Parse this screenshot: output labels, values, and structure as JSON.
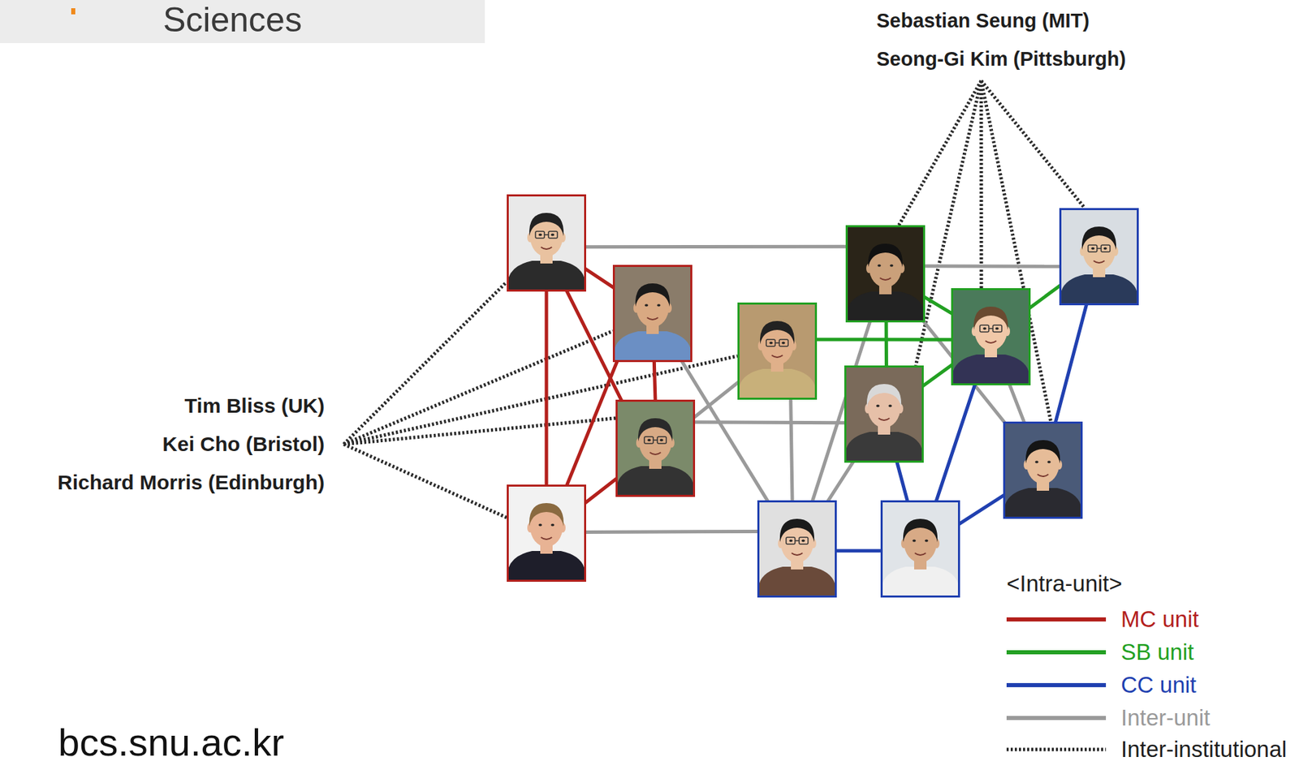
{
  "diagram": {
    "nodes": [
      {
        "text": [
          "Sebastian Seung (MIT)",
          "Seong-Gi Kim (Pittsburgh)"
        ]
      },
      {
        "text": [
          "Tim Bliss (UK)",
          "Kei Cho (Bristol)",
          "Richard Morris (Edinburgh)"
        ]
      },
      {
        "text": []
      },
      {
        "text": []
      },
      {
        "text": []
      },
      {
        "text": []
      },
      {
        "text": []
      },
      {
        "text": []
      },
      {
        "text": []
      },
      {
        "text": []
      },
      {
        "text": []
      },
      {
        "text": []
      },
      {
        "text": []
      },
      {
        "text": []
      }
    ],
    "edges": [
      {
        "from": 2,
        "to": 5,
        "arrow": "none"
      },
      {
        "from": 2,
        "to": 3,
        "arrow": "none"
      },
      {
        "from": 2,
        "to": 4,
        "arrow": "none"
      },
      {
        "from": 3,
        "to": 4,
        "arrow": "none"
      },
      {
        "from": 3,
        "to": 5,
        "arrow": "none"
      },
      {
        "from": 4,
        "to": 5,
        "arrow": "none"
      },
      {
        "from": 2,
        "to": 7,
        "arrow": "none"
      },
      {
        "from": 5,
        "to": 12,
        "arrow": "none"
      },
      {
        "from": 3,
        "to": 12,
        "arrow": "none"
      },
      {
        "from": 4,
        "to": 6,
        "arrow": "none"
      },
      {
        "from": 4,
        "to": 9,
        "arrow": "none"
      },
      {
        "from": 6,
        "to": 12,
        "arrow": "none"
      },
      {
        "from": 7,
        "to": 12,
        "arrow": "none"
      },
      {
        "from": 7,
        "to": 10,
        "arrow": "none"
      },
      {
        "from": 7,
        "to": 11,
        "arrow": "none"
      },
      {
        "from": 8,
        "to": 11,
        "arrow": "none"
      },
      {
        "from": 9,
        "to": 12,
        "arrow": "none"
      },
      {
        "from": 6,
        "to": 8,
        "arrow": "none"
      },
      {
        "from": 7,
        "to": 9,
        "arrow": "none"
      },
      {
        "from": 7,
        "to": 8,
        "arrow": "none"
      },
      {
        "from": 8,
        "to": 10,
        "arrow": "none"
      },
      {
        "from": 8,
        "to": 9,
        "arrow": "none"
      },
      {
        "from": 9,
        "to": 13,
        "arrow": "none"
      },
      {
        "from": 10,
        "to": 11,
        "arrow": "none"
      },
      {
        "from": 8,
        "to": 13,
        "arrow": "none"
      },
      {
        "from": 11,
        "to": 13,
        "arrow": "none"
      },
      {
        "from": 12,
        "to": 13,
        "arrow": "none"
      },
      {
        "from": 1,
        "to": 2,
        "arrow": "none"
      },
      {
        "from": 1,
        "to": 3,
        "arrow": "none"
      },
      {
        "from": 1,
        "to": 4,
        "arrow": "none"
      },
      {
        "from": 1,
        "to": 6,
        "arrow": "none"
      },
      {
        "from": 1,
        "to": 5,
        "arrow": "none"
      },
      {
        "from": 0,
        "to": 7,
        "arrow": "none"
      },
      {
        "from": 0,
        "to": 9,
        "arrow": "none"
      },
      {
        "from": 0,
        "to": 8,
        "arrow": "none"
      },
      {
        "from": 0,
        "to": 11,
        "arrow": "none"
      },
      {
        "from": 0,
        "to": 10,
        "arrow": "none"
      }
    ],
    "labels": [
      "Sciences",
      "<Intra-unit>",
      "bcs.snu.ac.kr"
    ],
    "legend": [
      {
        "text": "MC unit",
        "color": "#b3201c"
      },
      {
        "text": "SB unit",
        "color": "#22a022"
      },
      {
        "text": "CC unit",
        "color": "#2040b0"
      },
      {
        "text": "Inter-unit",
        "color": "#9a9a9a"
      },
      {
        "text": "Inter-institutional"
      }
    ]
  }
}
